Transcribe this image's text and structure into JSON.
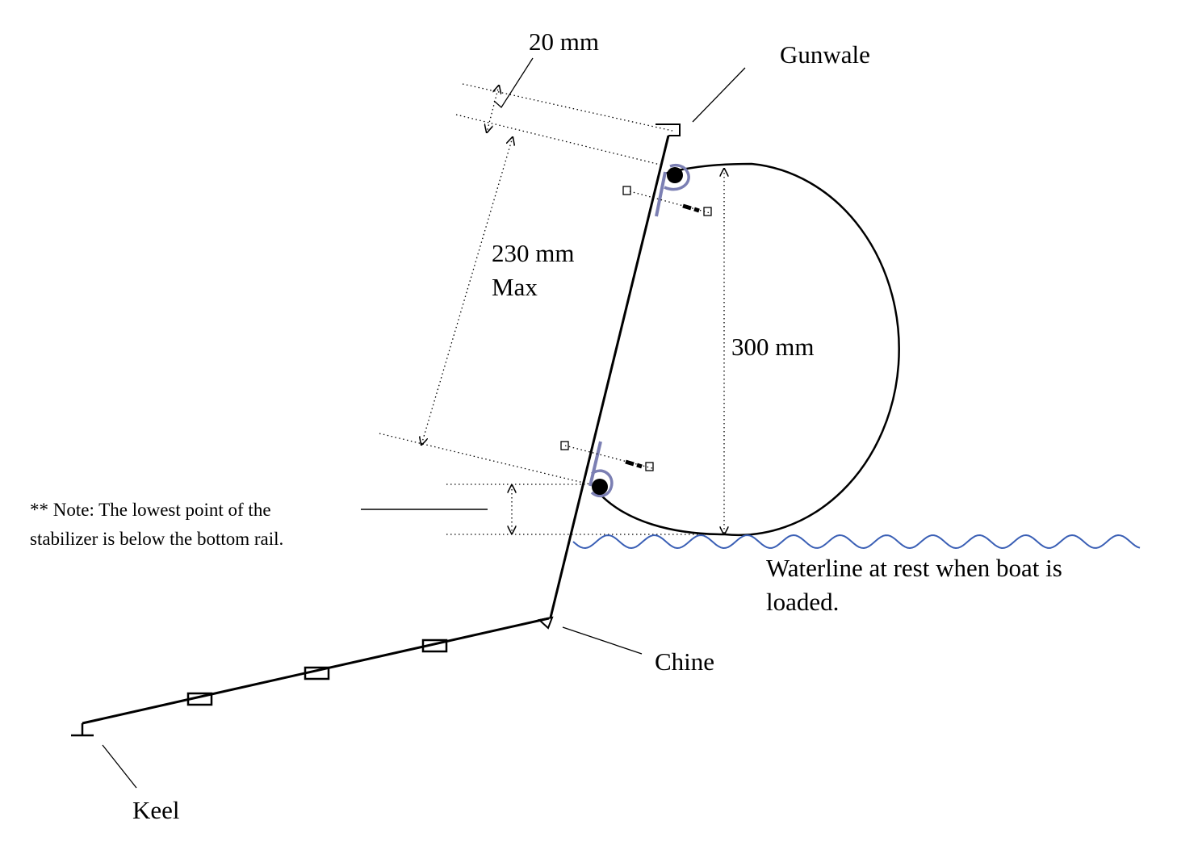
{
  "labels": {
    "gunwale": "Gunwale",
    "chine": "Chine",
    "keel": "Keel",
    "dim_top": "20 mm",
    "dim_mid_line1": "230 mm",
    "dim_mid_line2": "Max",
    "dim_float": "300 mm",
    "waterline_line1": "Waterline at rest when boat is",
    "waterline_line2": "loaded.",
    "note_line1": "** Note: The lowest point of the",
    "note_line2": "stabilizer is below the bottom rail."
  },
  "colors": {
    "line": "#000000",
    "bracket": "#7b7fb3",
    "water": "#3a5fb5"
  }
}
